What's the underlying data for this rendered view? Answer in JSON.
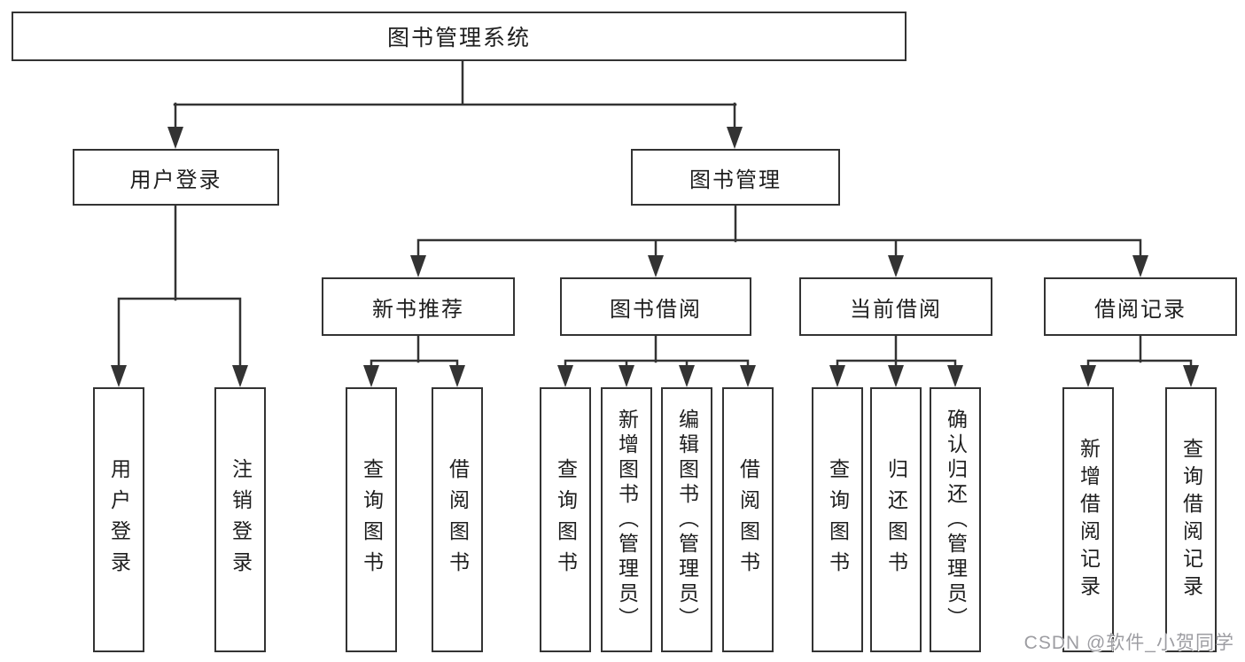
{
  "diagram_title": "图书管理系统",
  "watermark": {
    "text": "CSDN @软件_小贺同学"
  },
  "colors": {
    "line": "#333333",
    "box_border": "#333333",
    "text": "#1e1e1e",
    "background": "#ffffff",
    "watermark": "#9d9da2"
  },
  "nodes": {
    "root": {
      "label": "图书管理系统"
    },
    "user_login": {
      "label": "用户登录"
    },
    "book_management": {
      "label": "图书管理"
    },
    "new_book_recommend": {
      "label": "新书推荐"
    },
    "book_borrow": {
      "label": "图书借阅"
    },
    "current_borrow": {
      "label": "当前借阅"
    },
    "borrow_records": {
      "label": "借阅记录"
    },
    "leaf_user_login": {
      "label": "用户登录"
    },
    "leaf_logout_login": {
      "label": "注销登录"
    },
    "leaf_nb_query_books": {
      "label": "查询图书"
    },
    "leaf_nb_borrow_books": {
      "label": "借阅图书"
    },
    "leaf_bb_query_books": {
      "label": "查询图书"
    },
    "leaf_bb_add_books": {
      "label": "新增图书（管理员）"
    },
    "leaf_bb_edit_books": {
      "label": "编辑图书（管理员）"
    },
    "leaf_bb_borrow_books": {
      "label": "借阅图书"
    },
    "leaf_cb_query_books": {
      "label": "查询图书"
    },
    "leaf_cb_return_books": {
      "label": "归还图书"
    },
    "leaf_cb_confirm_return": {
      "label": "确认归还（管理员）"
    },
    "leaf_br_add_record": {
      "label": "新增借阅记录"
    },
    "leaf_br_query_record": {
      "label": "查询借阅记录"
    }
  }
}
